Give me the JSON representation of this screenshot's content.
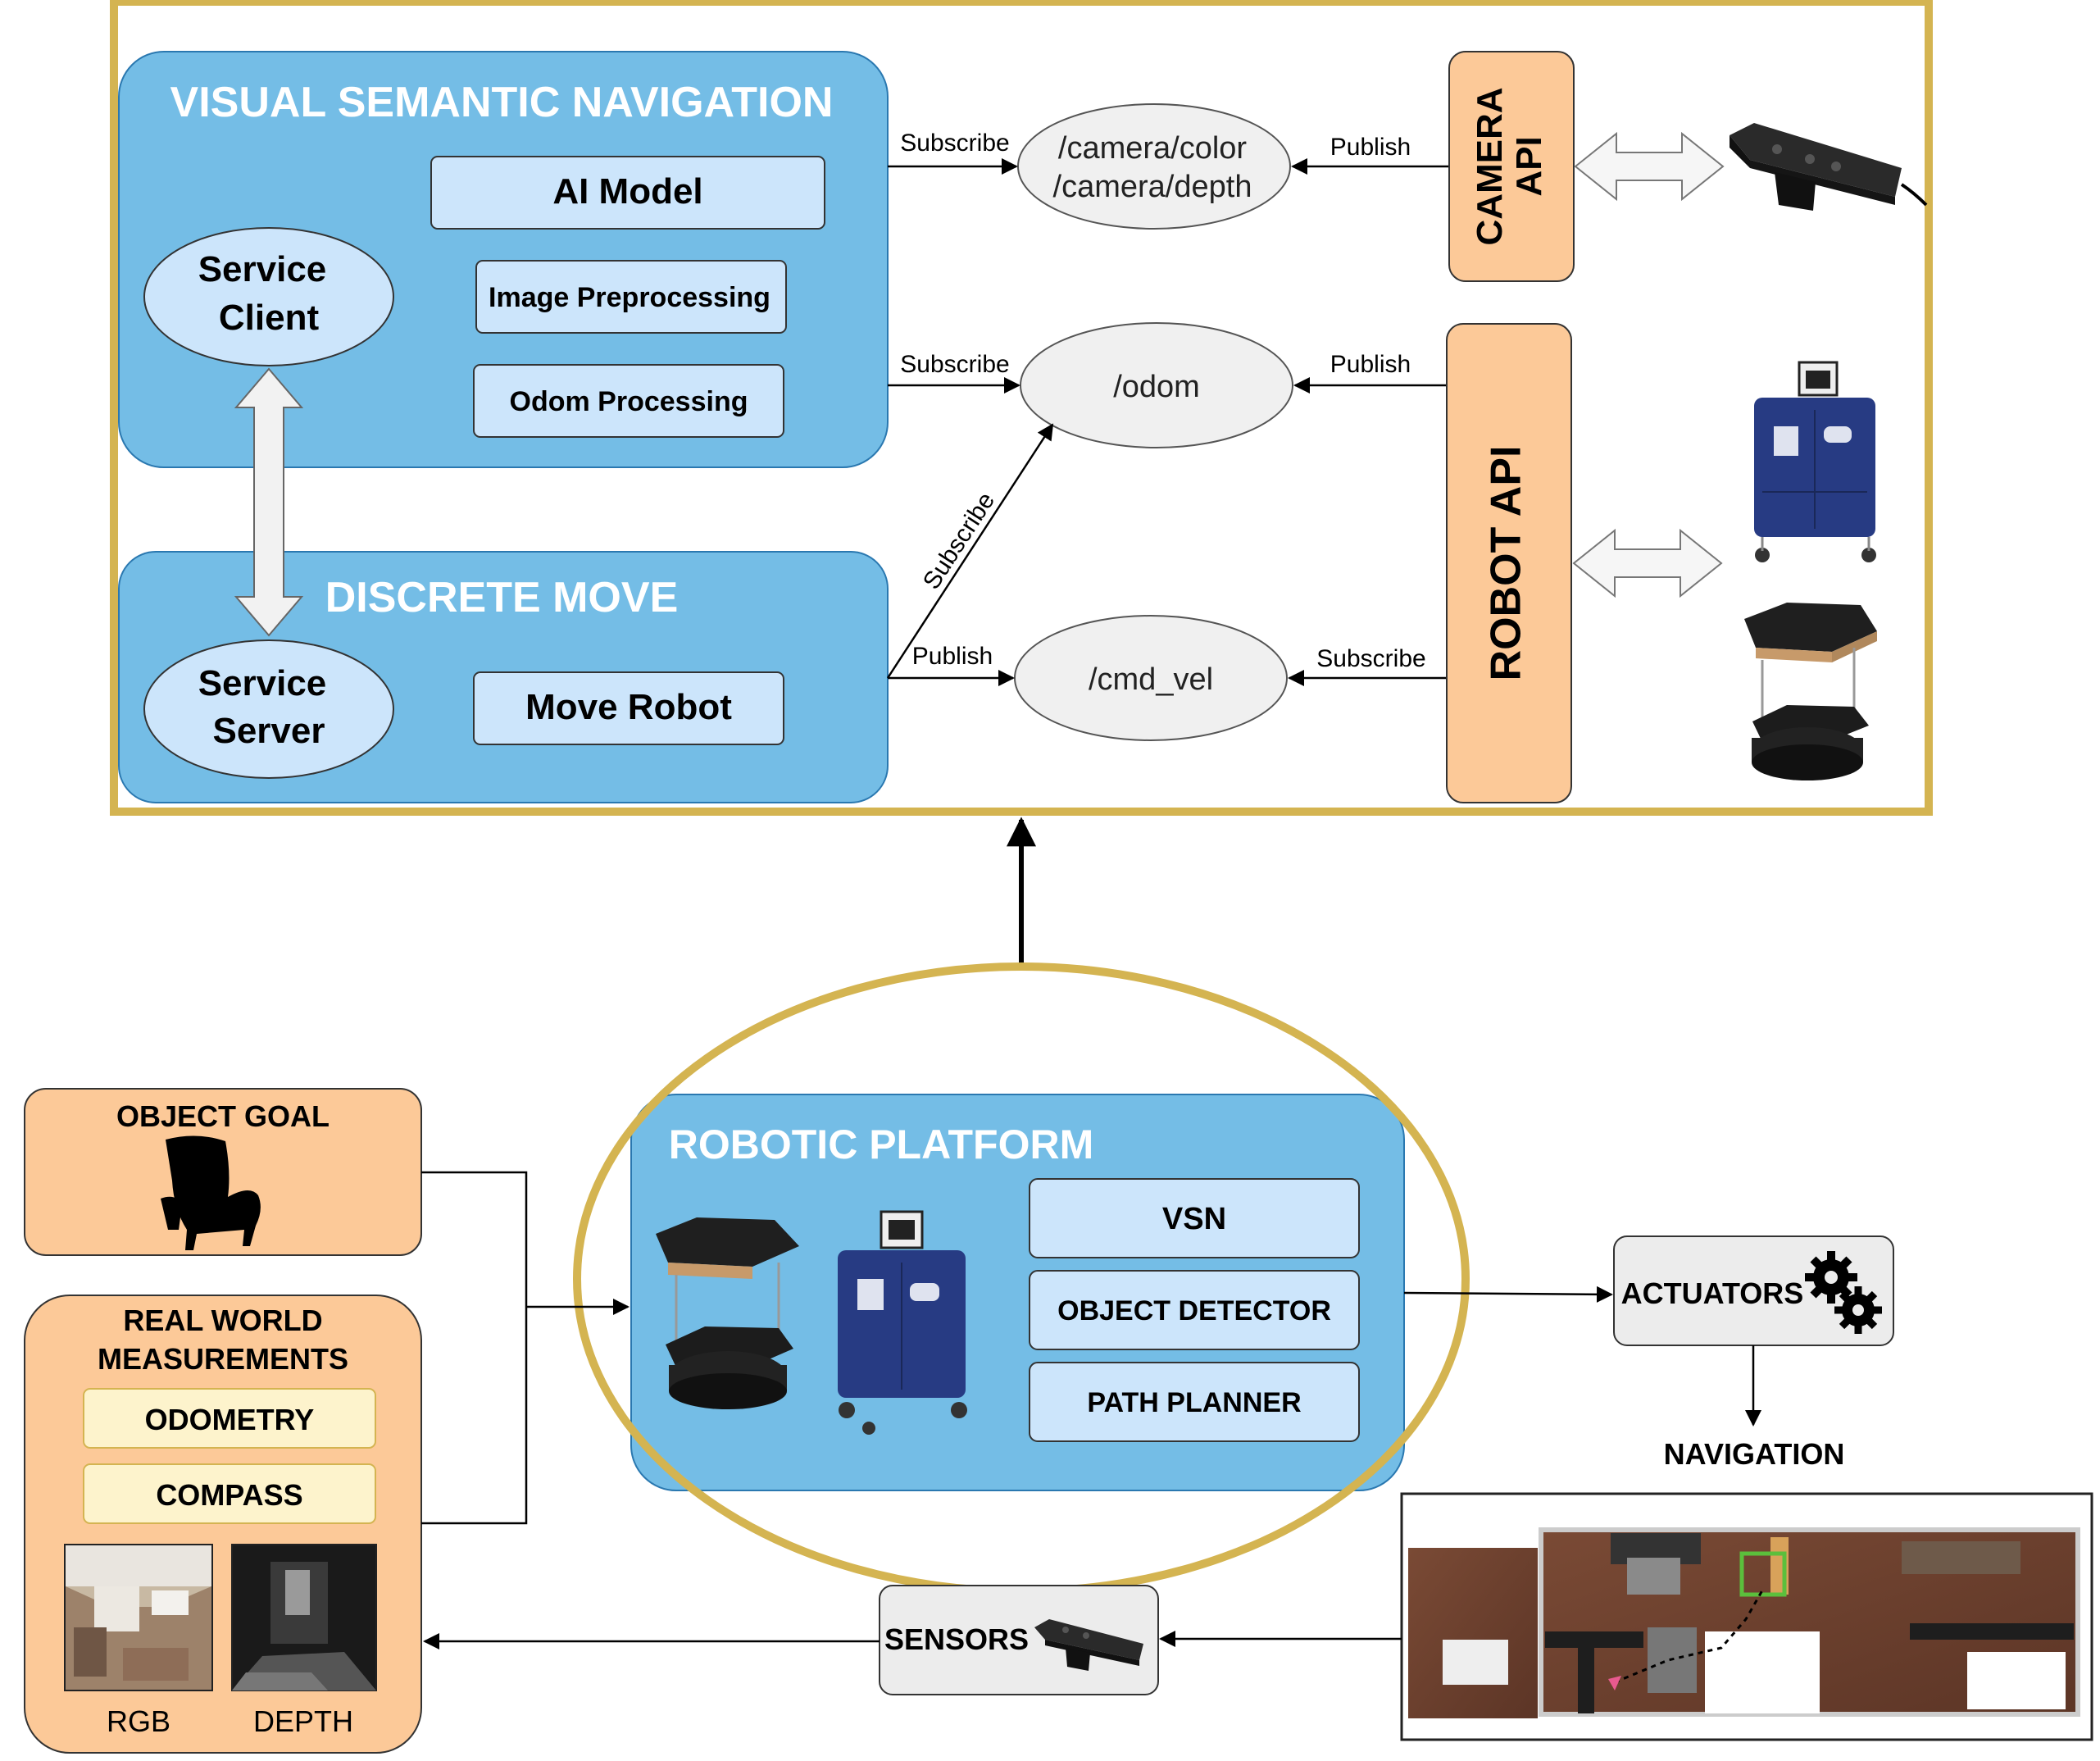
{
  "vsn": {
    "title": "VISUAL SEMANTIC NAVIGATION",
    "ai_model": "AI Model",
    "image_preprocessing": "Image Preprocessing",
    "odom_processing": "Odom Processing",
    "service_client_l1": "Service",
    "service_client_l2": "Client"
  },
  "discrete_move": {
    "title": "DISCRETE MOVE",
    "service_server_l1": "Service",
    "service_server_l2": "Server",
    "move_robot": "Move Robot"
  },
  "topics": {
    "camera_l1": "/camera/color",
    "camera_l2": "/camera/depth",
    "odom": "/odom",
    "cmd_vel": "/cmd_vel"
  },
  "edges": {
    "subscribe": "Subscribe",
    "publish": "Publish"
  },
  "camera_api": {
    "l1": "CAMERA",
    "l2": "API"
  },
  "robot_api": {
    "label": "ROBOT API"
  },
  "platform": {
    "title": "ROBOTIC PLATFORM",
    "vsn": "VSN",
    "object_detector": "OBJECT DETECTOR",
    "path_planner": "PATH PLANNER"
  },
  "object_goal": {
    "title": "OBJECT GOAL"
  },
  "real_world": {
    "title_l1": "REAL WORLD",
    "title_l2": "MEASUREMENTS",
    "odometry": "ODOMETRY",
    "compass": "COMPASS",
    "rgb": "RGB",
    "depth": "DEPTH"
  },
  "actuators": {
    "label": "ACTUATORS"
  },
  "navigation": {
    "label": "NAVIGATION"
  },
  "sensors": {
    "label": "SENSORS"
  },
  "colors": {
    "gold": "#d4b451",
    "blue_container": "#74bde6",
    "light_blue_box": "#cce5fb",
    "orange": "#fcc998",
    "grey_ellipse": "#f0f0f0",
    "cream": "#fdf3cc",
    "grey_box": "#ececec"
  }
}
